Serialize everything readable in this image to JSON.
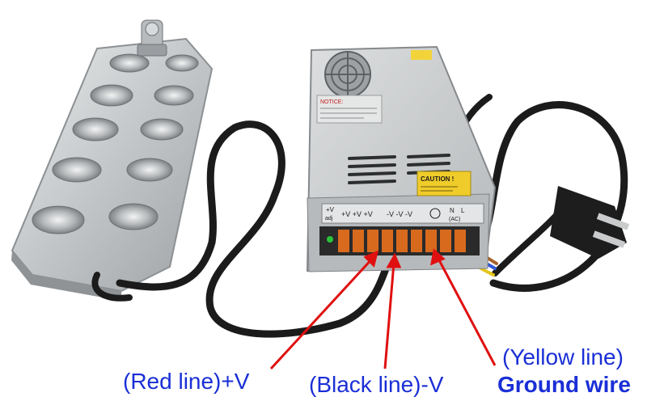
{
  "labels": {
    "red": "(Red line)+V",
    "black": "(Black line)-V",
    "yellow": "(Yellow line)",
    "ground": "Ground wire"
  },
  "psu": {
    "notice_title": "NOTICE:",
    "caution": "CAUTION !",
    "terminal_vadj": "+V",
    "terminal_adj": "adj",
    "terminal_plus": "+V +V +V",
    "terminal_minus": "-V -V -V",
    "terminal_n": "N",
    "terminal_l": "L",
    "terminal_ac": "(AC)"
  },
  "colors": {
    "callout_text": "#1a2fd6",
    "arrow": "#e01010",
    "cable": "#1b1b1b",
    "steel": "#c7c9cb",
    "terminal": "#d86a1e"
  }
}
